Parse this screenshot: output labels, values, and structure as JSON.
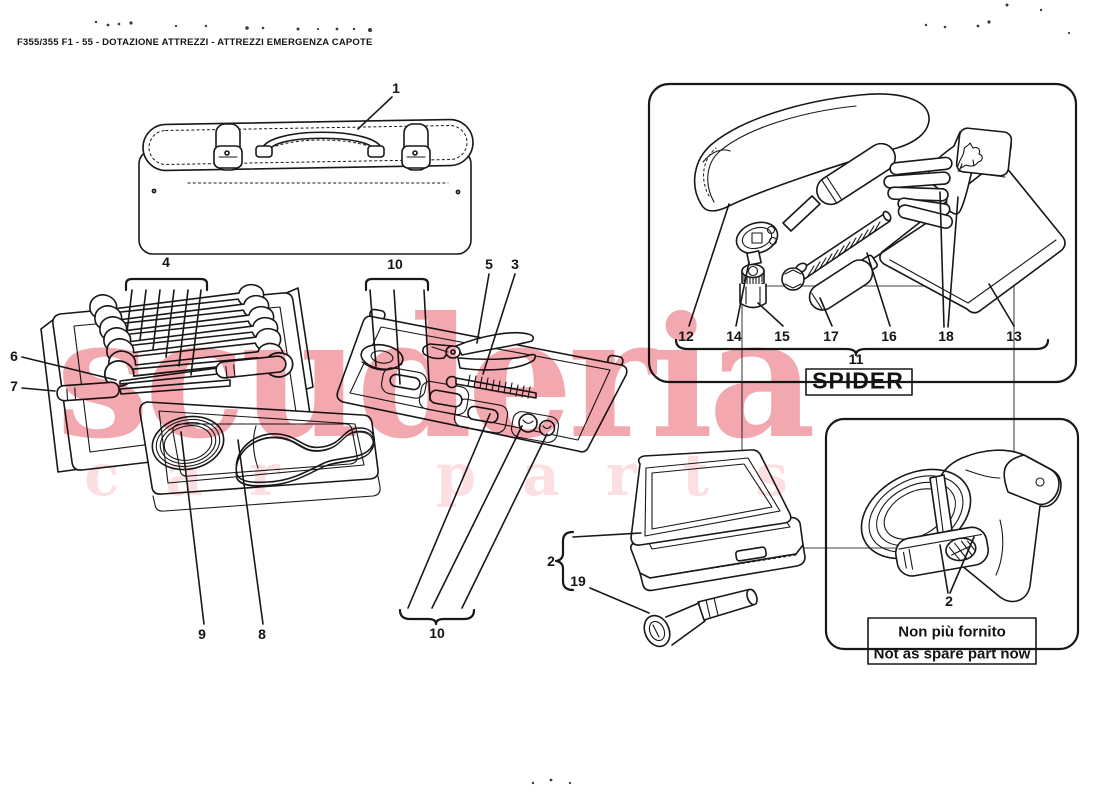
{
  "header": {
    "title": "F355/355 F1 - 55 - DOTAZIONE ATTREZZI - ATTREZZI EMERGENZA CAPOTE"
  },
  "watermark": {
    "brand": "scuderia",
    "tagline": "car parts"
  },
  "colors": {
    "watermark": "#e02236",
    "checker": "#d6d6d6",
    "ink": "#181818"
  },
  "callouts": {
    "tool_bag": "1",
    "emergency_kit_group": "2",
    "capote_screw": "3",
    "wrench_set": "4",
    "pliers": "5",
    "screwdriver_a": "6",
    "screwdriver_b": "7",
    "belt_b": "8",
    "belt_a": "9",
    "plugs_top": "10",
    "plugs_bottom": "10",
    "spider_group": "11",
    "case": "12",
    "bag_cover": "13",
    "ratchet": "14",
    "socket": "15",
    "threaded_screw": "16",
    "screwdriver_c": "17",
    "gloves": "18",
    "flashlight": "19",
    "lamp": "2"
  },
  "spider_box": {
    "caption": "SPIDER"
  },
  "not_supplied": {
    "line_it": "Non più fornito",
    "line_en": "Not as spare part now"
  }
}
